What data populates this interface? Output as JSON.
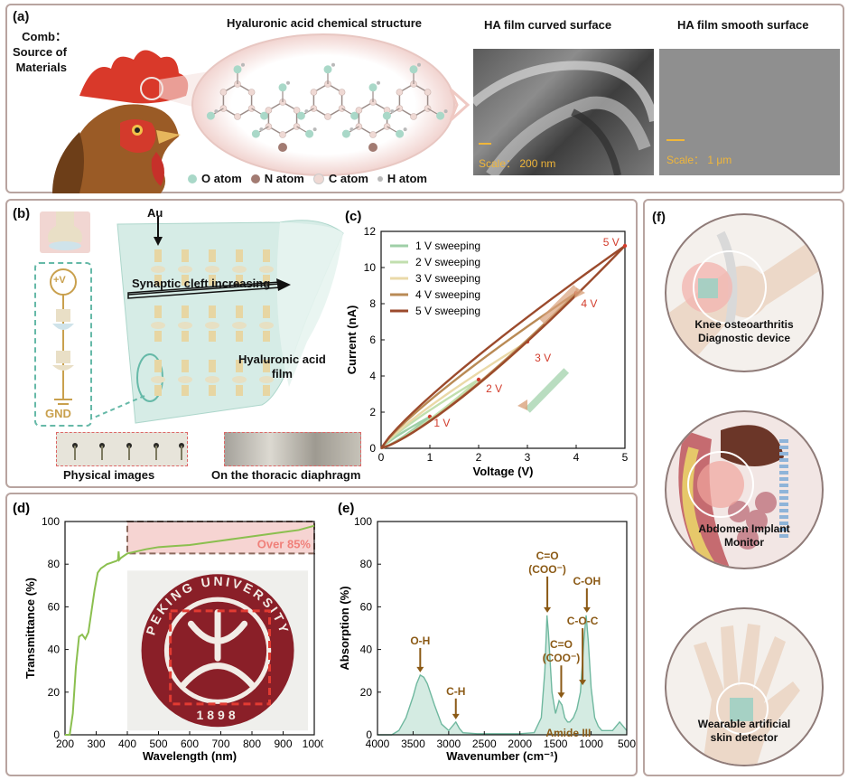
{
  "panel_a": {
    "label": "(a)",
    "comb_label": "Comb：\nSource of\nMaterials",
    "structure_title": "Hyaluronic acid chemical structure",
    "legend": [
      "O atom",
      "N atom",
      "C atom",
      "H atom"
    ],
    "sem_curved": {
      "title": "HA film curved surface",
      "scale_label": "Scale： 200 nm"
    },
    "sem_smooth": {
      "title": "HA film smooth surface",
      "scale_label": "Scale： 1 μm"
    },
    "colors": {
      "O": "#a9d8c8",
      "N": "#a27b72",
      "C": "#efd9d4",
      "H": "#b9b9b9"
    }
  },
  "panel_b": {
    "label": "(b)",
    "electrode_label": "Au",
    "arrow_label": "Synaptic cleft increasing",
    "film_label": "Hyaluronic acid\nfilm",
    "circuit_top": "+V",
    "circuit_bottom": "GND",
    "caption_left": "Physical images",
    "caption_right": "On the thoracic diaphragm"
  },
  "panel_f": {
    "label": "(f)",
    "items": [
      "Knee osteoarthritis\nDiagnostic device",
      "Abdomen Implant\nMonitor",
      "Wearable artificial\nskin detector"
    ]
  },
  "chart_data": [
    {
      "panel": "(c)",
      "type": "line",
      "xlabel": "Voltage (V)",
      "ylabel": "Current (nA)",
      "xlim": [
        0,
        5
      ],
      "ylim": [
        0,
        12
      ],
      "xticks": [
        0,
        1,
        2,
        3,
        4,
        5
      ],
      "yticks": [
        0,
        2,
        4,
        6,
        8,
        10,
        12
      ],
      "legend_position": "top-left",
      "series": [
        {
          "name": "1 V sweeping",
          "color": "#9fcfa7",
          "vmax": 1,
          "imax": 1.75
        },
        {
          "name": "2 V sweeping",
          "color": "#c2dfae",
          "vmax": 2,
          "imax": 3.8
        },
        {
          "name": "3 V sweeping",
          "color": "#ead9a8",
          "vmax": 3,
          "imax": 5.9
        },
        {
          "name": "4 V sweeping",
          "color": "#b98a55",
          "vmax": 4,
          "imax": 8.6
        },
        {
          "name": "5 V sweeping",
          "color": "#9b4a2c",
          "vmax": 5,
          "imax": 11.2
        }
      ],
      "annotations": [
        {
          "text": "1 V",
          "x": 1.08,
          "y": 1.2
        },
        {
          "text": "2 V",
          "x": 2.15,
          "y": 3.1
        },
        {
          "text": "3 V",
          "x": 3.15,
          "y": 4.8
        },
        {
          "text": "4 V",
          "x": 4.1,
          "y": 7.8
        },
        {
          "text": "5 V",
          "x": 4.55,
          "y": 11.2
        }
      ]
    },
    {
      "panel": "(d)",
      "type": "line",
      "xlabel": "Wavelength (nm)",
      "ylabel": "Transmittance (%)",
      "xlim": [
        200,
        1000
      ],
      "ylim": [
        0,
        100
      ],
      "xticks": [
        200,
        300,
        400,
        500,
        600,
        700,
        800,
        900,
        1000
      ],
      "yticks": [
        0,
        20,
        40,
        60,
        80,
        100
      ],
      "x": [
        200,
        215,
        225,
        235,
        245,
        255,
        265,
        275,
        285,
        295,
        305,
        315,
        325,
        335,
        345,
        355,
        365,
        370,
        372,
        374,
        380,
        390,
        400,
        430,
        460,
        500,
        550,
        600,
        650,
        700,
        750,
        800,
        850,
        900,
        950,
        1000
      ],
      "values": [
        0,
        0,
        10,
        32,
        46,
        47,
        45,
        48,
        58,
        68,
        76,
        78,
        79,
        80,
        80.5,
        81,
        81.5,
        82,
        86,
        82,
        83,
        84,
        85,
        86,
        87,
        88,
        88.5,
        89,
        90,
        91,
        92,
        93,
        94,
        95,
        96,
        98
      ],
      "highlight": {
        "from": 400,
        "to": 1000,
        "label": "Over 85%"
      },
      "inset_text": {
        "top": "PEKING UNIVERSITY",
        "bottom": "1898"
      }
    },
    {
      "panel": "(e)",
      "type": "area",
      "xlabel": "Wavenumber (cm⁻¹)",
      "ylabel": "Absorption (%)",
      "xlim": [
        4000,
        500
      ],
      "ylim": [
        0,
        100
      ],
      "xticks": [
        4000,
        3500,
        3000,
        2500,
        2000,
        1500,
        1000,
        500
      ],
      "yticks": [
        0,
        20,
        40,
        60,
        80,
        100
      ],
      "x": [
        4000,
        3800,
        3700,
        3600,
        3500,
        3450,
        3400,
        3350,
        3300,
        3200,
        3100,
        3000,
        2950,
        2900,
        2850,
        2800,
        2600,
        2400,
        2200,
        2000,
        1800,
        1700,
        1650,
        1620,
        1600,
        1550,
        1500,
        1450,
        1410,
        1370,
        1330,
        1300,
        1250,
        1200,
        1150,
        1100,
        1070,
        1040,
        1000,
        950,
        900,
        850,
        800,
        700,
        600,
        550,
        500
      ],
      "values": [
        0,
        0,
        2,
        8,
        18,
        24,
        28,
        27,
        24,
        14,
        5,
        2,
        4,
        6,
        3,
        1,
        0.5,
        0.5,
        0.5,
        0.5,
        1,
        8,
        30,
        56,
        48,
        20,
        10,
        16,
        14,
        8,
        6,
        6,
        8,
        12,
        20,
        45,
        56,
        44,
        22,
        8,
        4,
        2,
        2,
        2,
        6,
        4,
        2
      ],
      "annotations": [
        {
          "text": "O-H",
          "x": 3400,
          "y": 28
        },
        {
          "text": "C-H",
          "x": 2900,
          "y": 6
        },
        {
          "text": "C=O\n(COO⁻)",
          "x": 1615,
          "y": 56
        },
        {
          "text": "C-OH",
          "x": 1060,
          "y": 56
        },
        {
          "text": "C-O-C",
          "x": 1120,
          "y": 22
        },
        {
          "text": "C=O\n(COO⁻)",
          "x": 1420,
          "y": 16
        },
        {
          "text": "Amide III",
          "x": 1320,
          "y": 6
        }
      ]
    }
  ]
}
